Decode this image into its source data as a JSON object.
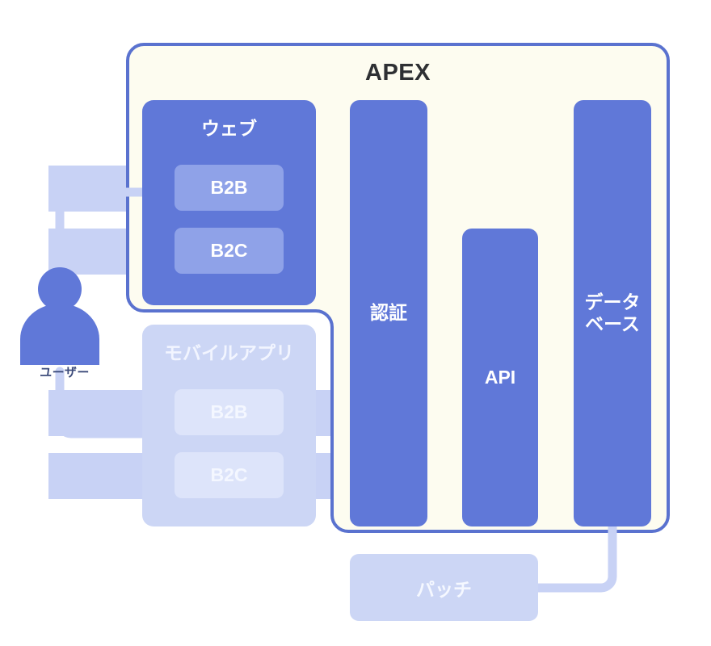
{
  "diagram": {
    "title": "APEX",
    "container_label": "APEX"
  },
  "actor": {
    "label": "ユーザー",
    "icon": "user-person-icon"
  },
  "client_panels": [
    {
      "id": "web",
      "label": "ウェブ",
      "state": "active",
      "chips": [
        {
          "label": "B2B"
        },
        {
          "label": "B2C"
        }
      ]
    },
    {
      "id": "mobile",
      "label": "モバイルアプリ",
      "state": "faded",
      "chips": [
        {
          "label": "B2B"
        },
        {
          "label": "B2C"
        }
      ]
    }
  ],
  "service_columns": [
    {
      "id": "auth",
      "label": "認証",
      "state": "active"
    },
    {
      "id": "api",
      "label": "API",
      "state": "active"
    },
    {
      "id": "database",
      "label": "データ\nベース",
      "line1": "データ",
      "line2": "ベース",
      "state": "active"
    }
  ],
  "patch": {
    "label": "パッチ",
    "state": "faded"
  },
  "colors": {
    "canvas": "#ffffff",
    "apex_fill": "#fdfcf0",
    "apex_border": "#5a72cf",
    "node_primary": "#6078d8",
    "chip_active": "#8fa2e8",
    "panel_faded": "#ccd6f5",
    "chip_faded": "#dde4fa",
    "connector": "#c8d2f5",
    "title_text": "#2e3033",
    "actor_label_text": "#3b4a7a"
  }
}
